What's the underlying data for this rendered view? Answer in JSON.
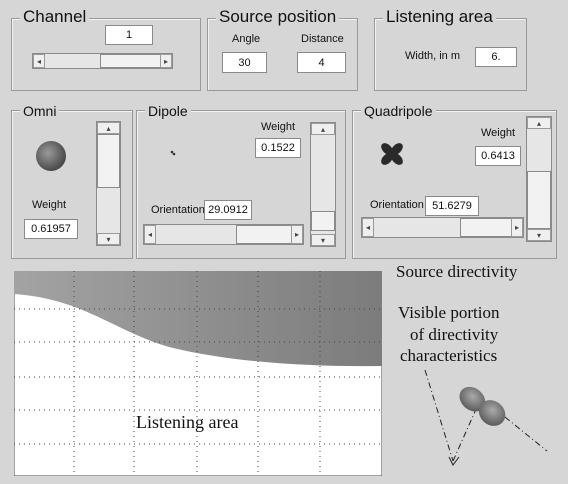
{
  "channel": {
    "title": "Channel",
    "value": "1",
    "slider_fraction": 0.48
  },
  "source_position": {
    "title": "Source position",
    "angle_label": "Angle",
    "angle_value": "30",
    "distance_label": "Distance",
    "distance_value": "4"
  },
  "listening_area": {
    "title": "Listening area",
    "width_label": "Width, in m",
    "width_value": "6."
  },
  "omni": {
    "title": "Omni",
    "weight_label": "Weight",
    "weight_value": "0.61957",
    "weight_fraction": 0.62
  },
  "dipole": {
    "title": "Dipole",
    "weight_label": "Weight",
    "weight_value": "0.1522",
    "weight_fraction": 0.15,
    "orientation_label": "Orientation",
    "orientation_value": "29.0912"
  },
  "quadripole": {
    "title": "Quadripole",
    "weight_label": "Weight",
    "weight_value": "0.6413",
    "weight_fraction": 0.64,
    "orientation_label": "Orientation",
    "orientation_value": "51.6279"
  },
  "annotations": {
    "source_directivity": "Source directivity",
    "visible_portion_1": "Visible portion",
    "visible_portion_2": "of directivity",
    "visible_portion_3": "characteristics",
    "listening_area_label": "Listening area"
  },
  "colors": {
    "panel_bg": "#d6d6d6",
    "plot_fill": "#8c8c8c",
    "border": "#9a9a9a"
  }
}
